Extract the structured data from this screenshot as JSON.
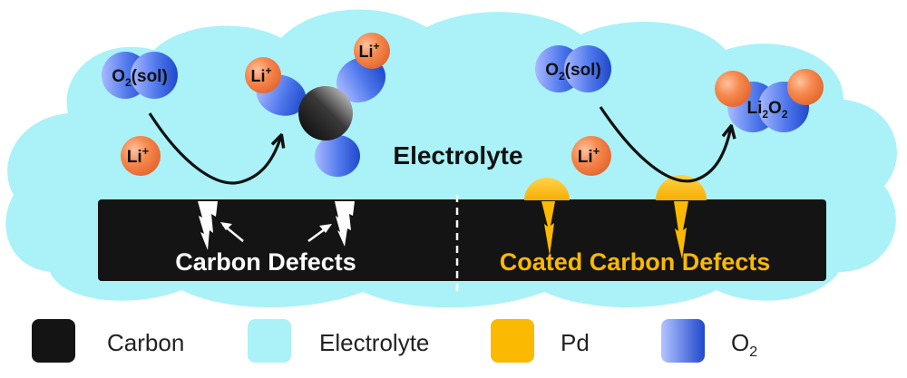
{
  "diagram": {
    "labels": {
      "o2_sol_left": {
        "main": "O",
        "sub": "2",
        "rest": "(sol)"
      },
      "o2_sol_right": {
        "main": "O",
        "sub": "2",
        "rest": "(sol)"
      },
      "li_left_free": {
        "main": "Li",
        "sup": "+"
      },
      "li_right_free": {
        "main": "Li",
        "sup": "+"
      },
      "li_on_carbon_1": {
        "main": "Li",
        "sup": "+"
      },
      "li_on_carbon_2": {
        "main": "Li",
        "sup": "+"
      },
      "li2o2": {
        "a": "Li",
        "s1": "2",
        "b": "O",
        "s2": "2"
      },
      "electrolyte": "Electrolyte",
      "carbon_defects": "Carbon Defects",
      "coated_carbon_defects": "Coated Carbon Defects"
    },
    "colors": {
      "electrolyte": "#aaf2f8",
      "carbon": "#141414",
      "pd": "#fbb901",
      "oxygen": "#2f5fe0",
      "lithium": "#f07a3a",
      "coated_text": "#fbb901",
      "defect_text": "#ffffff"
    }
  },
  "legend": {
    "items": [
      {
        "key": "carbon",
        "label": "Carbon"
      },
      {
        "key": "electrolyte",
        "label": "Electrolyte"
      },
      {
        "key": "pd",
        "label": "Pd"
      },
      {
        "key": "o2",
        "label": "O",
        "sub": "2"
      }
    ]
  }
}
